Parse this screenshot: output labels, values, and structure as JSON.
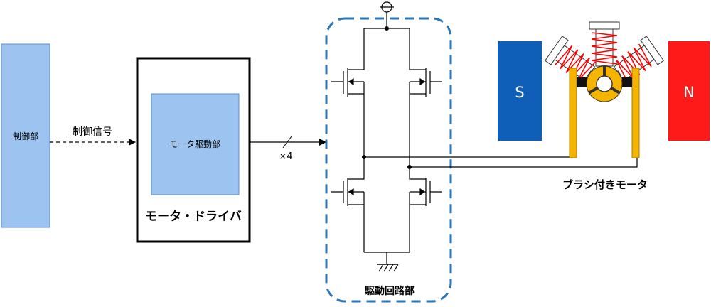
{
  "blocks": {
    "control": {
      "label": "制御部"
    },
    "driver": {
      "label": "モータ・ドライバ",
      "inner_label": "モータ駆動部"
    },
    "drive_circuit": {
      "label": "駆動回路部"
    },
    "motor": {
      "label": "ブラシ付きモータ"
    }
  },
  "signals": {
    "control_signal": "制御信号",
    "bus_width": "×4"
  },
  "magnets": {
    "south": "S",
    "north": "N"
  },
  "colors": {
    "block_fill": "#9dc3f0",
    "block_stroke": "#5b8fd0",
    "dashed_frame": "#2e75b6",
    "magnet_south": "#0f5fb8",
    "magnet_north": "#ff1a1a",
    "coil": "#ff0000",
    "brush": "#f5b400",
    "commutator": "#f5b400"
  }
}
